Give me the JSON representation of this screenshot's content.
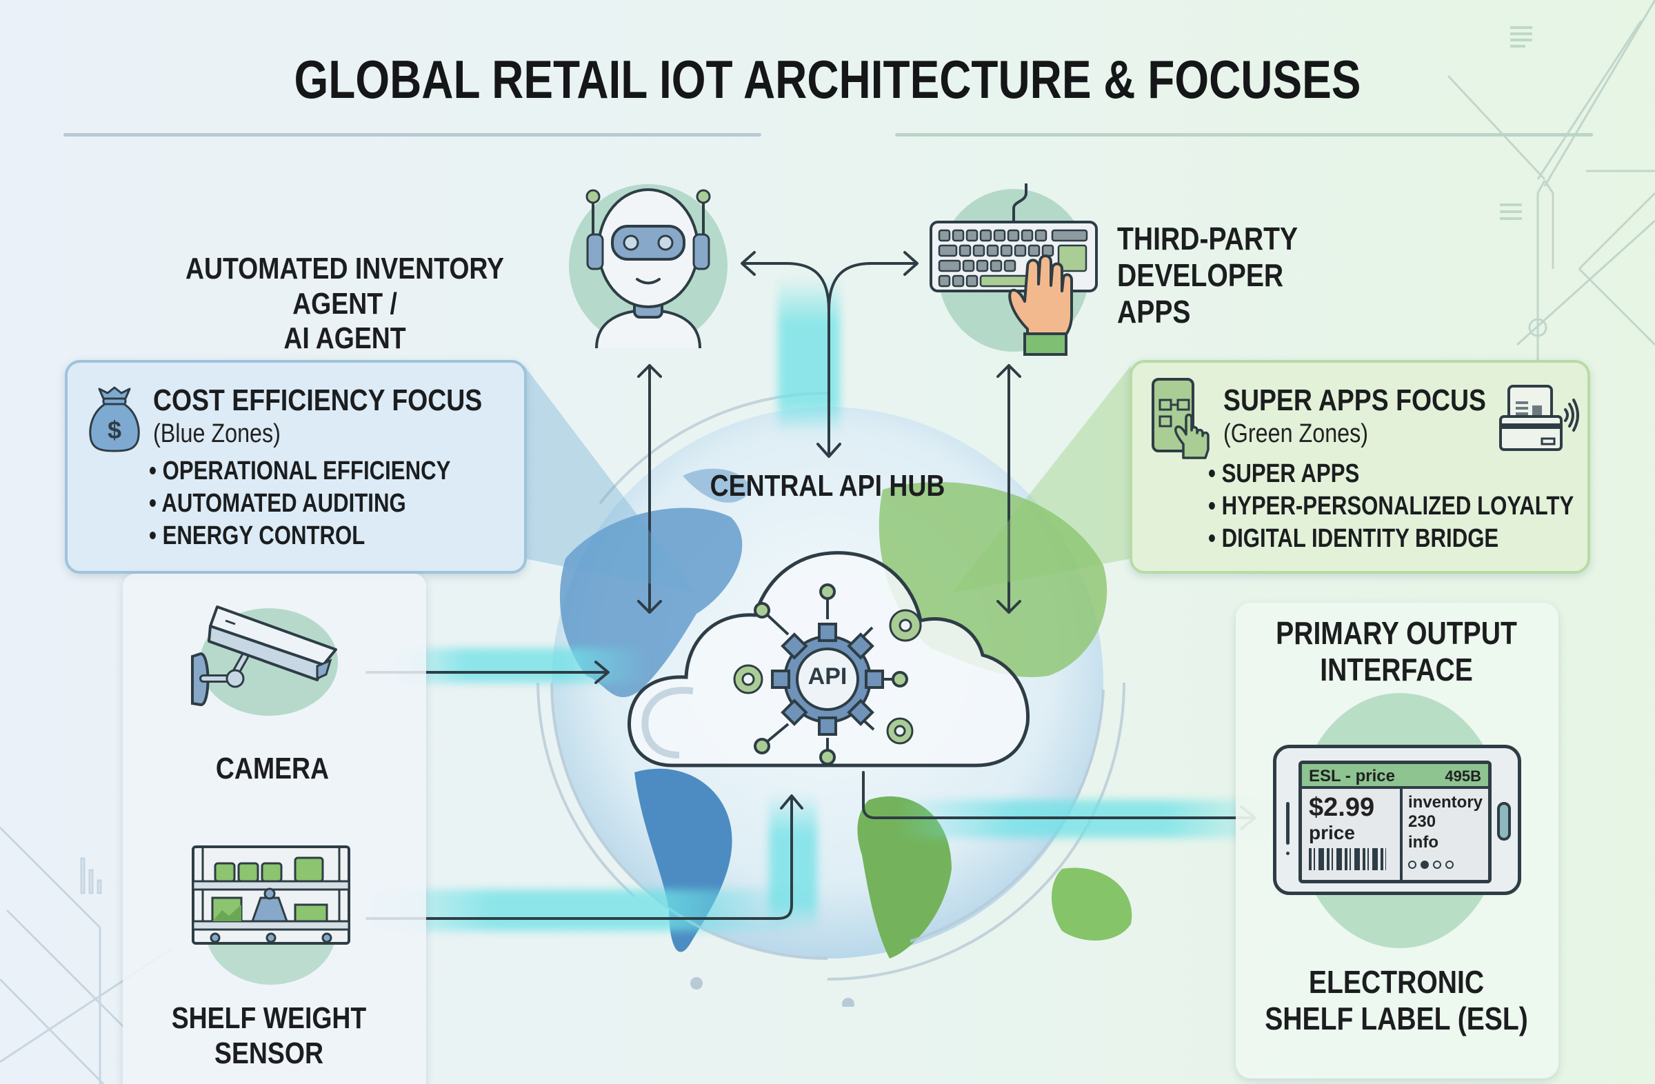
{
  "title": "GLOBAL RETAIL IOT ARCHITECTURE & FOCUSES",
  "nodes": {
    "ai_agent": {
      "label_line1": "AUTOMATED INVENTORY AGENT /",
      "label_line2": "AI AGENT",
      "icon": "robot-icon"
    },
    "third_party": {
      "label_line1": "THIRD-PARTY",
      "label_line2": "DEVELOPER APPS",
      "icon": "keyboard-hand-icon"
    },
    "hub": {
      "label": "CENTRAL API HUB",
      "badge": "API",
      "icon": "cloud-gear-icon"
    },
    "camera": {
      "label": "CAMERA",
      "icon": "security-camera-icon"
    },
    "shelf_sensor": {
      "label_line1": "SHELF WEIGHT",
      "label_line2": "SENSOR",
      "icon": "shelf-weight-icon"
    },
    "output": {
      "heading_line1": "PRIMARY OUTPUT",
      "heading_line2": "INTERFACE",
      "label_line1": "ELECTRONIC",
      "label_line2": "SHELF LABEL (ESL)",
      "esl": {
        "header_left": "ESL - price",
        "header_right": "495B",
        "price": "$2.99",
        "price_caption": "price",
        "inventory_label": "inventory",
        "inventory_value": "230",
        "info_label": "info"
      }
    }
  },
  "focus_panels": {
    "cost": {
      "title": "COST EFFICIENCY FOCUS",
      "subtitle": "(Blue Zones)",
      "icon": "money-bag-icon",
      "items": [
        "OPERATIONAL EFFICIENCY",
        "AUTOMATED AUDITING",
        "ENERGY CONTROL"
      ],
      "color": "#dcebf5"
    },
    "super_apps": {
      "title": "SUPER APPS FOCUS",
      "subtitle": "(Green Zones)",
      "icons": [
        "phone-tap-icon",
        "contactless-card-icon"
      ],
      "items": [
        "SUPER APPS",
        "HYPER-PERSONALIZED LOYALTY",
        "DIGITAL IDENTITY BRIDGE"
      ],
      "color": "#e2f1d8"
    }
  },
  "colors": {
    "blue_zone": "#4b8dc4",
    "green_zone": "#7dbf5e",
    "accent_glow": "#6fe0e6",
    "ink": "#2b3a44"
  }
}
